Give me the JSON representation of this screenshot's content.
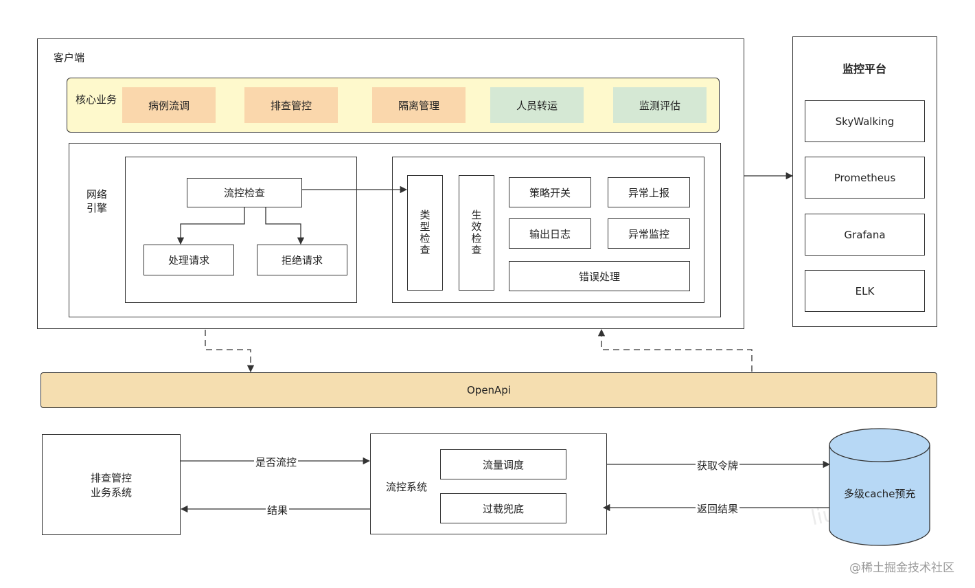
{
  "client": {
    "title": "客户端",
    "core": {
      "title": "核心业务",
      "items": [
        "病例流调",
        "排查管控",
        "隔离管理",
        "人员转运",
        "监测评估"
      ]
    },
    "network": {
      "title_line1": "网络",
      "title_line2": "引擎",
      "flow_check": "流控检查",
      "handle": "处理请求",
      "reject": "拒绝请求",
      "type_check": "类型检查",
      "effect_check": "生效检查",
      "strategy_switch": "策略开关",
      "exception_report": "异常上报",
      "output_log": "输出日志",
      "exception_monitor": "异常监控",
      "error_handling": "错误处理"
    }
  },
  "monitor": {
    "title": "监控平台",
    "items": [
      "SkyWalking",
      "Prometheus",
      "Grafana",
      "ELK"
    ]
  },
  "openapi": "OpenApi",
  "bottom": {
    "biz_line1": "排查管控",
    "biz_line2": "业务系统",
    "q_label": "是否流控",
    "result_label": "结果",
    "flow_system": "流控系统",
    "flow_dispatch": "流量调度",
    "overload_fallback": "过载兜底",
    "get_token": "获取令牌",
    "return_result": "返回结果",
    "cache": "多级cache预充"
  },
  "watermark": "liuzongkai",
  "footer": "@稀土掘金技术社区",
  "colors": {
    "orange_fill": "#fad7ac",
    "green_fill": "#d5e8d4",
    "yellow_fill": "#fef9cc",
    "openapi_fill": "#f5deb0",
    "cache_fill": "#b7d8f5"
  }
}
